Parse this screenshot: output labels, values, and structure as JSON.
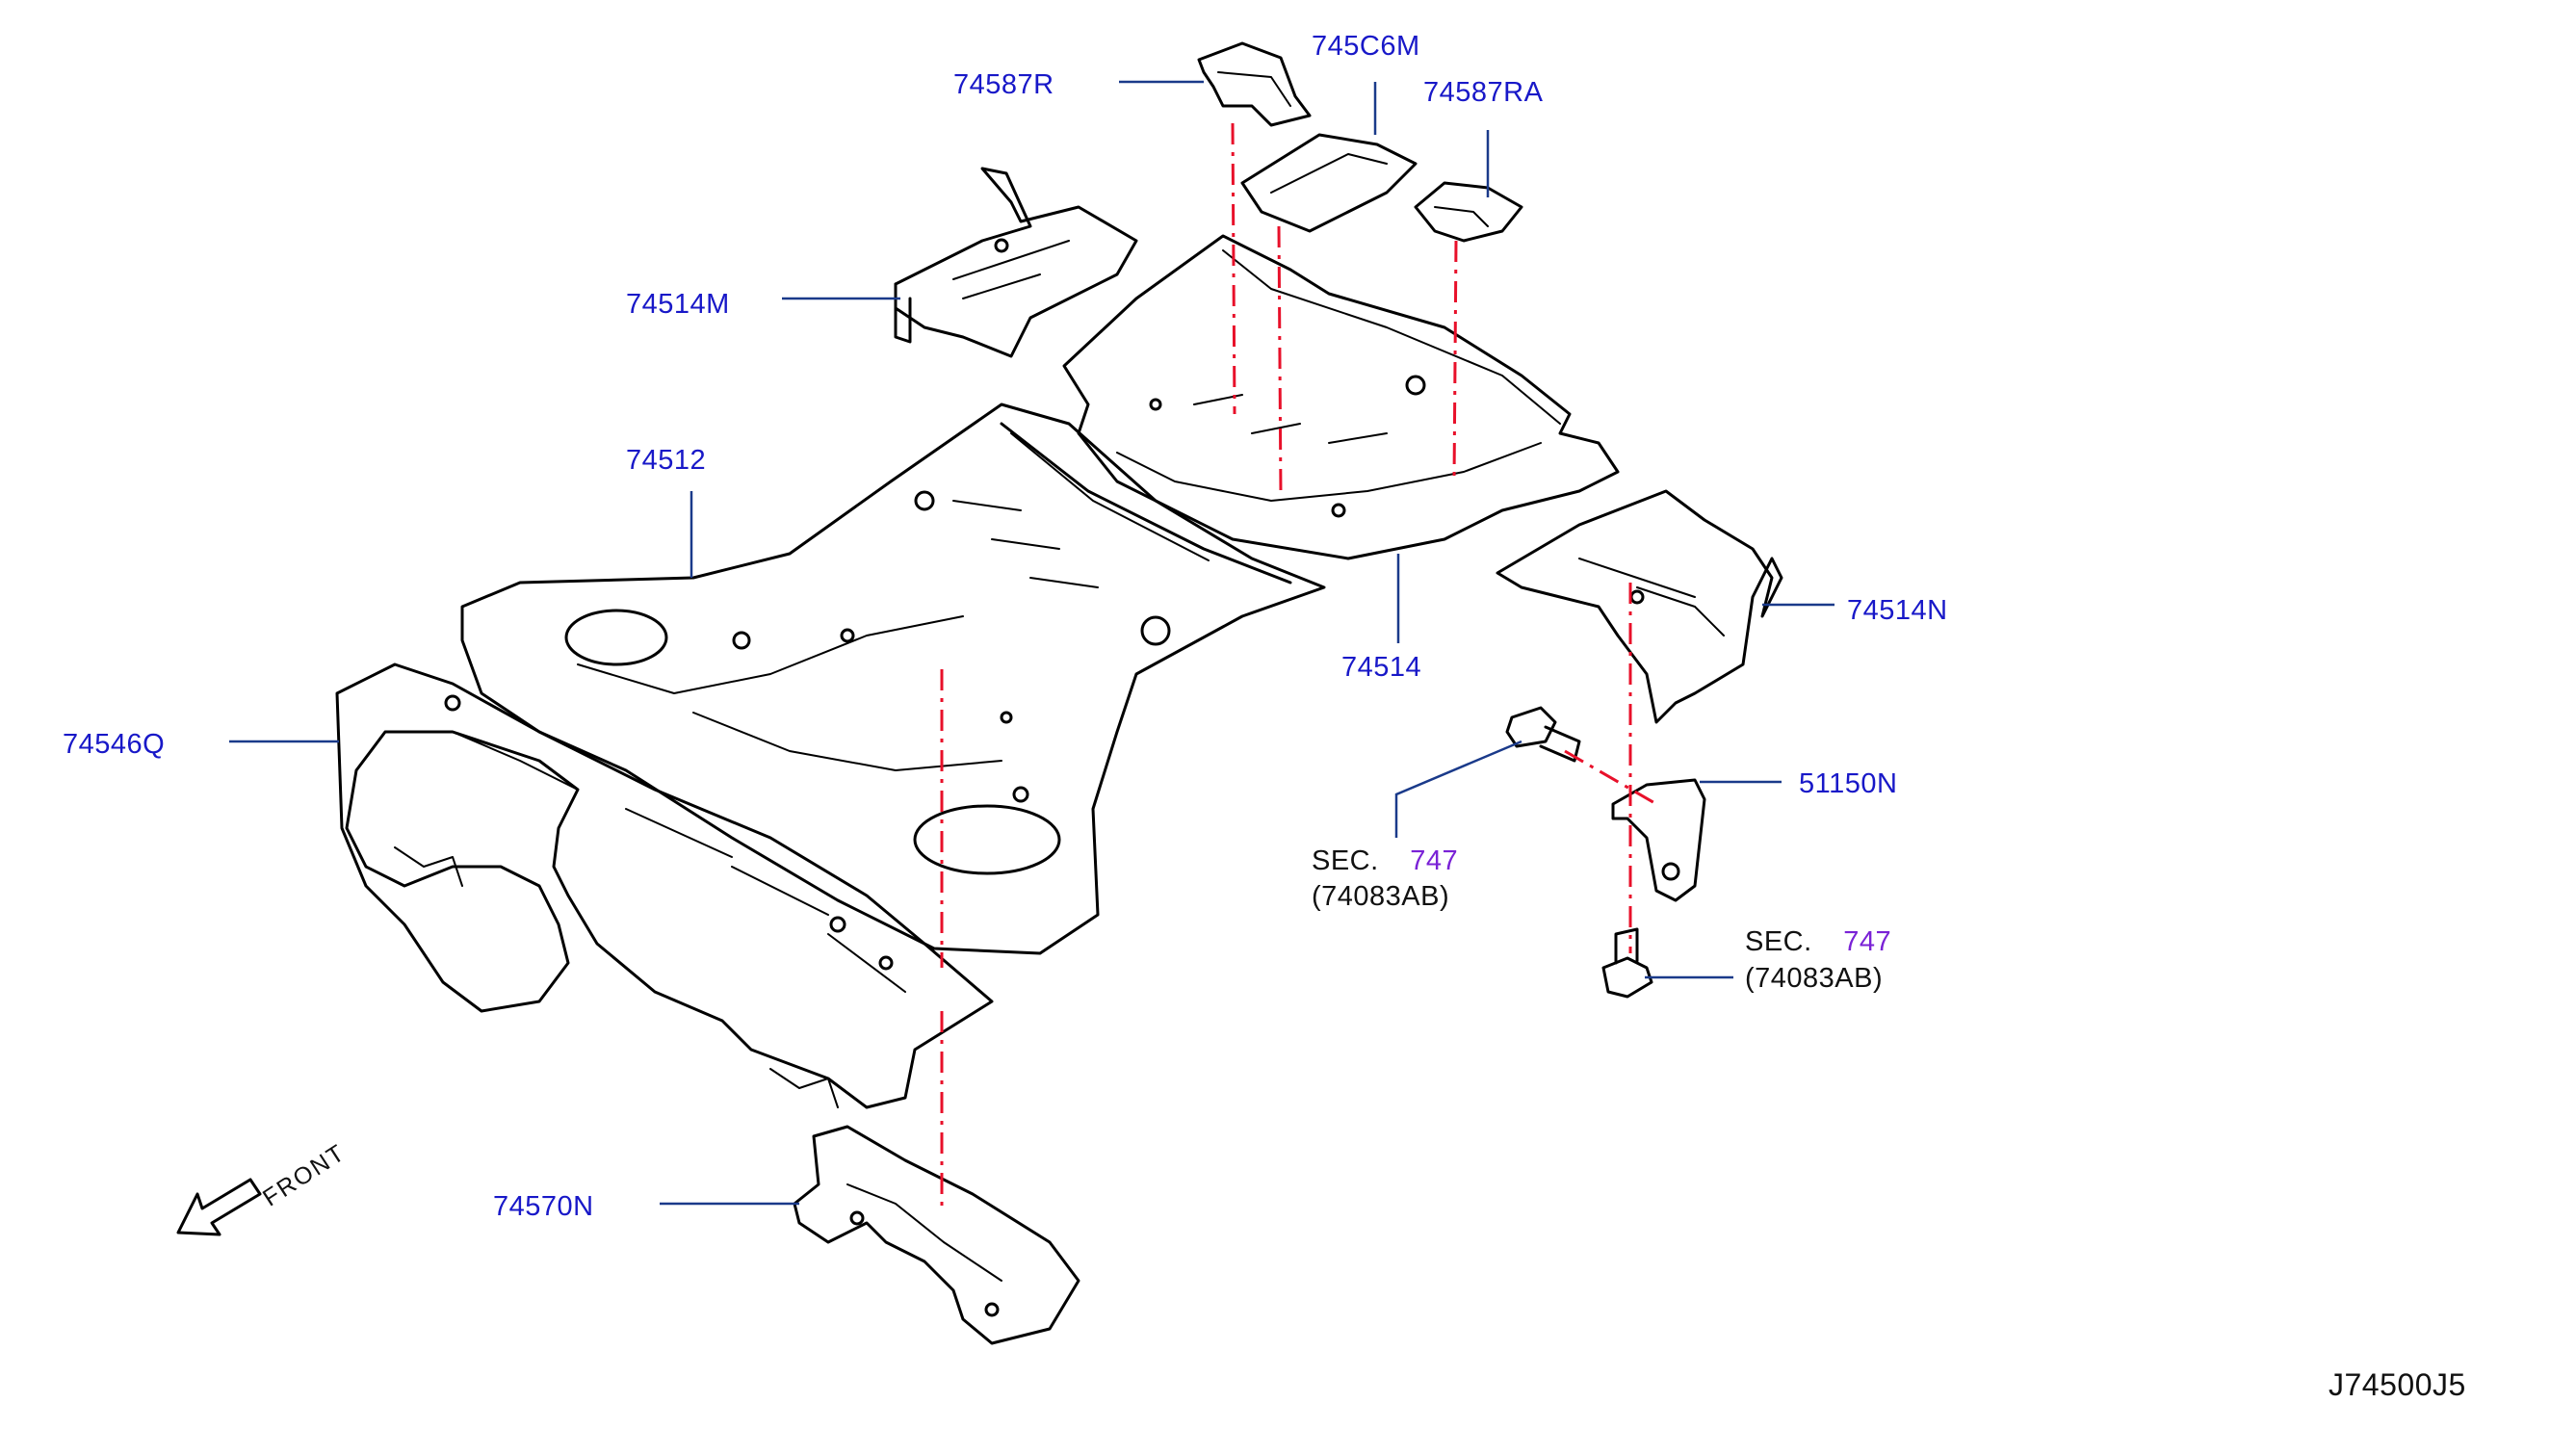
{
  "labels": {
    "p74587R": "74587R",
    "p745C6M": "745C6M",
    "p74587RA": "74587RA",
    "p74514M": "74514M",
    "p74512": "74512",
    "p74514": "74514",
    "p74514N": "74514N",
    "p74546Q": "74546Q",
    "p51150N": "51150N",
    "p74570N": "74570N"
  },
  "sec_refs": [
    {
      "prefix": "SEC.",
      "section": "747",
      "ref": "(74083AB)"
    },
    {
      "prefix": "SEC.",
      "section": "747",
      "ref": "(74083AB)"
    }
  ],
  "front_label": "FRONT",
  "diagram_code": "J74500J5",
  "colors": {
    "part_number": "#1818c8",
    "section_number": "#7a22d6",
    "leader_line": "#1a3a8a",
    "center_line": "#e8102a",
    "outline": "#000000"
  }
}
